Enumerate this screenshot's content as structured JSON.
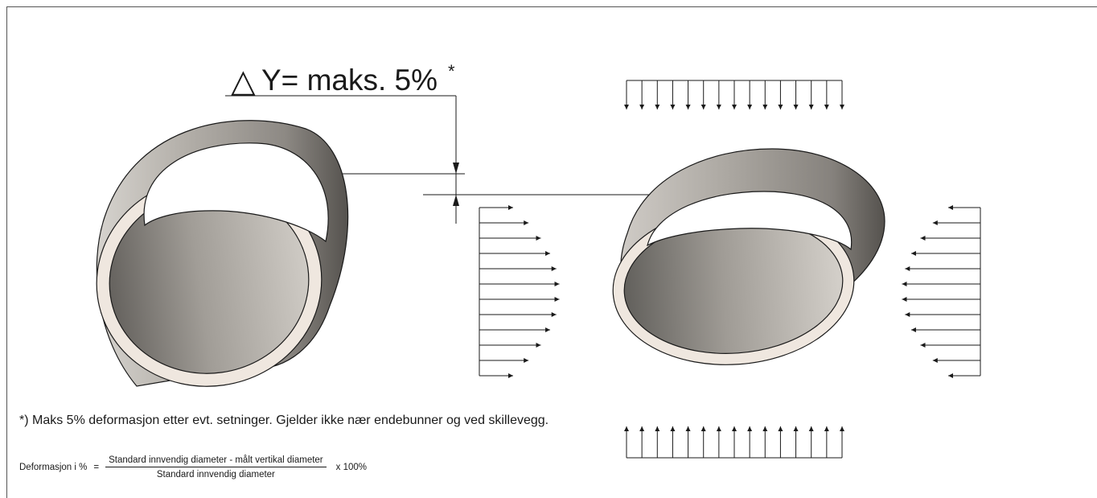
{
  "title": {
    "delta_symbol": "△",
    "text": "Y= maks. 5%",
    "asterisk": "*"
  },
  "footnote": "*) Maks 5% deformasjon etter evt. setninger. Gjelder ikke nær endebunner og ved skillevegg.",
  "formula": {
    "lhs": "Deformasjon i %",
    "equals": "=",
    "numerator": "Standard innvendig diameter  -  målt vertikal diameter",
    "denominator": "Standard innvendig diameter",
    "multiplier": "x  100%"
  },
  "colors": {
    "line": "#1a1a1a",
    "frame": "#555555",
    "pipe_dark": "#5e5b57",
    "pipe_light": "#d2cfca",
    "pipe_rim": "#efe7df"
  }
}
